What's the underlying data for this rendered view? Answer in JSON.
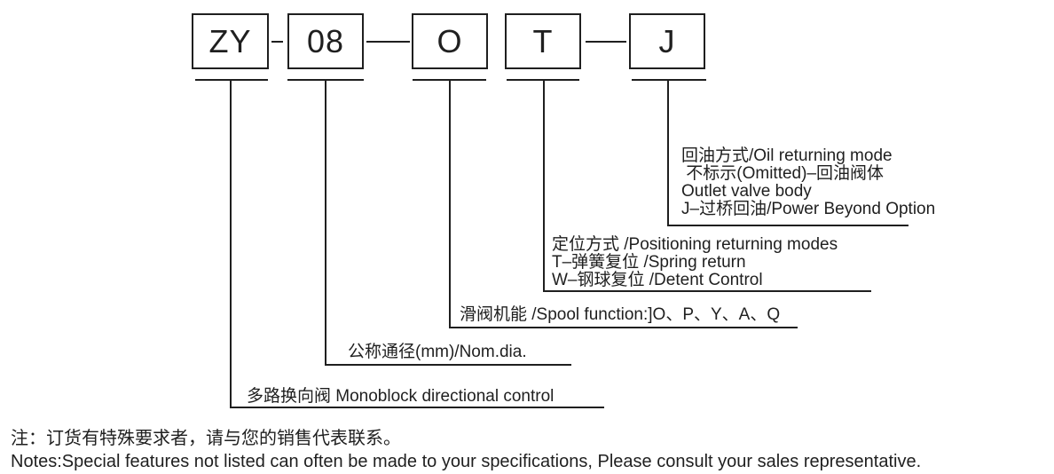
{
  "model_code": {
    "segments": [
      "ZY",
      "08",
      "O",
      "T",
      "J"
    ]
  },
  "descriptions": {
    "monoblock": {
      "lines": [
        "多路换向阀 Monoblock directional control"
      ]
    },
    "nominal_diameter": {
      "lines": [
        "公称通径(mm)/Nom.dia."
      ]
    },
    "spool_function": {
      "lines": [
        "滑阀机能 /Spool function:]O、P、Y、A、Q"
      ]
    },
    "positioning_mode": {
      "lines": [
        "定位方式 /Positioning returning modes",
        "T–弹簧复位 /Spring return",
        "W–钢球复位 /Detent Control"
      ]
    },
    "oil_returning_mode": {
      "lines": [
        "回油方式/Oil returning mode",
        " 不标示(Omitted)–回油阀体",
        "Outlet valve body",
        "J–过桥回油/Power Beyond Option"
      ]
    }
  },
  "notes": {
    "zh": "注：订货有特殊要求者，请与您的销售代表联系。",
    "en": "Notes:Special features not listed can often be made to your specifications, Please consult your sales representative."
  },
  "colors": {
    "ink": "#1f1f1f",
    "background": "#ffffff"
  }
}
